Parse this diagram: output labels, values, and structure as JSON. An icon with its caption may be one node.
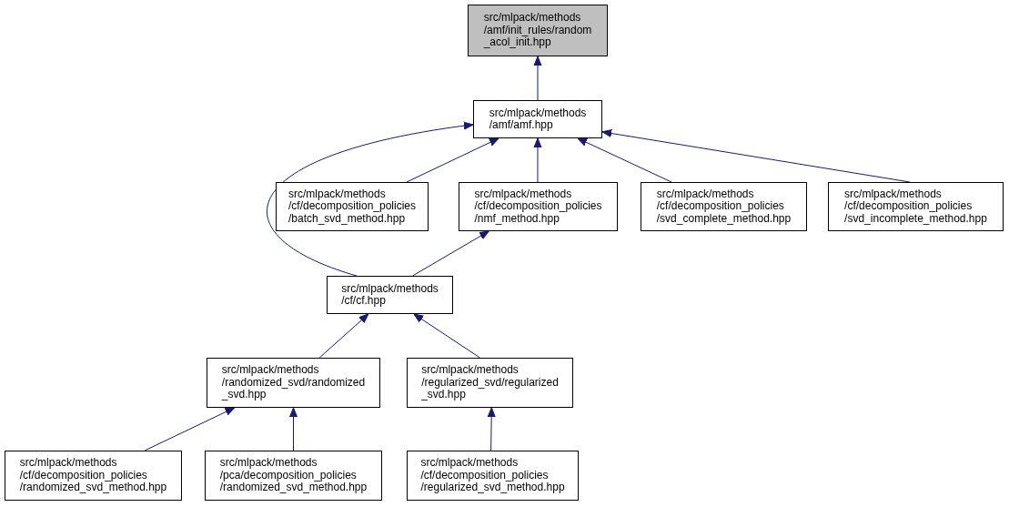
{
  "diagram": {
    "nodes": [
      {
        "text": [
          "src/mlpack/methods /amf/init_rules/random _acol_init.hpp"
        ]
      },
      {
        "text": [
          "src/mlpack/methods /amf/amf.hpp"
        ]
      },
      {
        "text": [
          "src/mlpack/methods /cf/decomposition_policies /batch_svd_method.hpp"
        ]
      },
      {
        "text": [
          "src/mlpack/methods /cf/decomposition_policies /nmf_method.hpp"
        ]
      },
      {
        "text": [
          "src/mlpack/methods /cf/decomposition_policies /svd_complete_method.hpp"
        ]
      },
      {
        "text": [
          "src/mlpack/methods /cf/decomposition_policies /svd_incomplete_method.hpp"
        ]
      },
      {
        "text": [
          "src/mlpack/methods /cf/cf.hpp"
        ]
      },
      {
        "text": [
          "src/mlpack/methods /randomized_svd/randomized _svd.hpp"
        ]
      },
      {
        "text": [
          "src/mlpack/methods /regularized_svd/regularized _svd.hpp"
        ]
      },
      {
        "text": [
          "src/mlpack/methods /cf/decomposition_policies /randomized_svd_method.hpp"
        ]
      },
      {
        "text": [
          "src/mlpack/methods /pca/decomposition_policies /randomized_svd_method.hpp"
        ]
      },
      {
        "text": [
          "src/mlpack/methods /cf/decomposition_policies /regularized_svd_method.hpp"
        ]
      }
    ],
    "edges": [
      {
        "from": 1,
        "to": 0,
        "arrow": "to"
      },
      {
        "from": 2,
        "to": 1,
        "arrow": "to"
      },
      {
        "from": 3,
        "to": 1,
        "arrow": "to"
      },
      {
        "from": 4,
        "to": 1,
        "arrow": "to"
      },
      {
        "from": 5,
        "to": 1,
        "arrow": "to"
      },
      {
        "from": 6,
        "to": 1,
        "arrow": "to"
      },
      {
        "from": 6,
        "to": 3,
        "arrow": "to"
      },
      {
        "from": 7,
        "to": 6,
        "arrow": "to"
      },
      {
        "from": 8,
        "to": 6,
        "arrow": "to"
      },
      {
        "from": 9,
        "to": 7,
        "arrow": "to"
      },
      {
        "from": 10,
        "to": 7,
        "arrow": "to"
      },
      {
        "from": 11,
        "to": 8,
        "arrow": "to"
      }
    ]
  }
}
